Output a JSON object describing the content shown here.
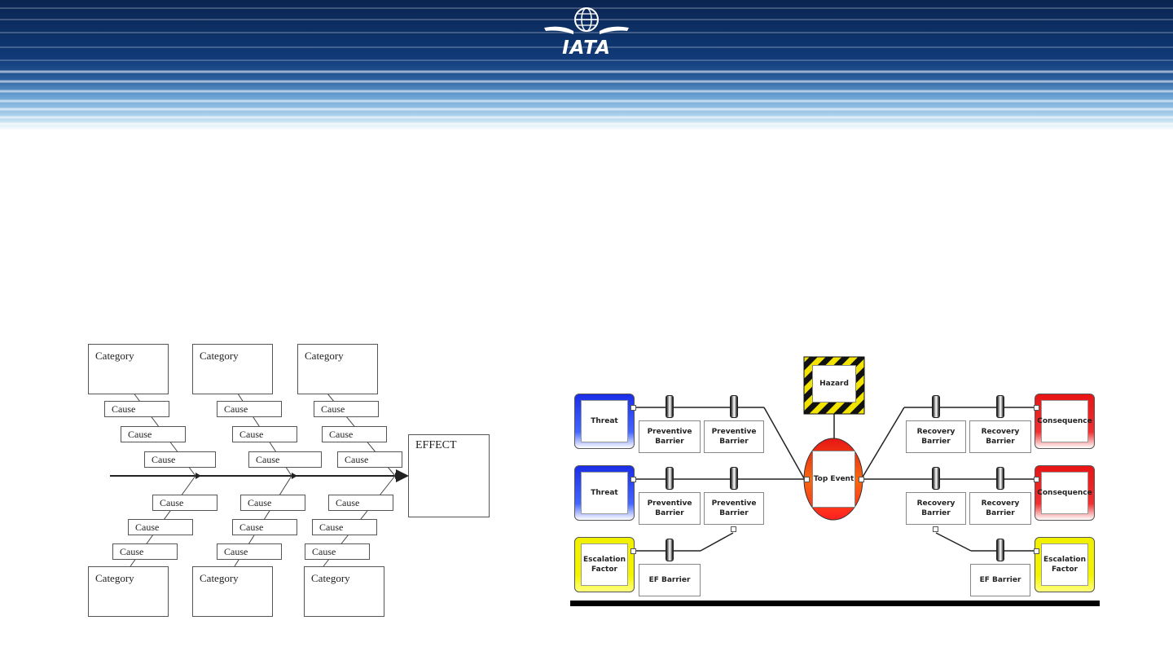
{
  "header": {
    "logo_text": "IATA"
  },
  "fishbone": {
    "category_label": "Category",
    "cause_label": "Cause",
    "effect_label": "EFFECT"
  },
  "bowtie": {
    "hazard": "Hazard",
    "top_event": "Top Event",
    "threat": "Threat",
    "escalation_factor": "Escalation Factor",
    "preventive_barrier": "Preventive Barrier",
    "recovery_barrier": "Recovery Barrier",
    "ef_barrier": "EF Barrier",
    "consequence": "Consequence"
  },
  "colors": {
    "header_dark": "#0b2a5c",
    "header_light": "#8cbfe2",
    "threat": "#1a2ee6",
    "escalation": "#f0f000",
    "consequence": "#e81515",
    "top_event": "#f05010"
  }
}
